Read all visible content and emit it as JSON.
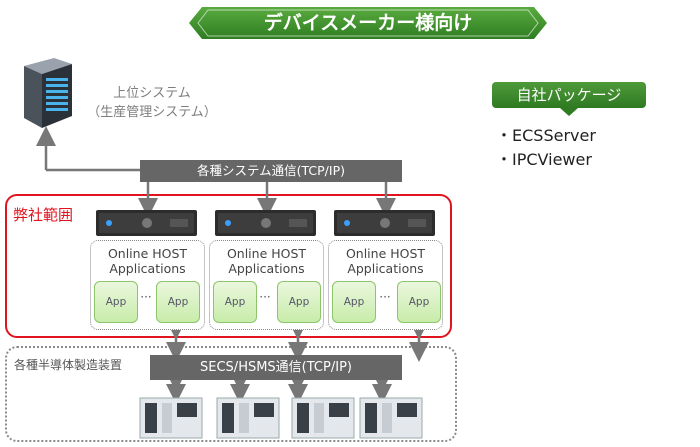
{
  "title": "デバイスメーカー様向け",
  "upper_system": {
    "line1": "上位システム",
    "line2": "（生産管理システム）"
  },
  "package": {
    "badge": "自社パッケージ",
    "items": [
      "・ECSServer",
      "・IPCViewer"
    ]
  },
  "top_bus": "各種システム通信(TCP/IP)",
  "our_scope_label": "弊社範囲",
  "app_groups": [
    {
      "title_line1": "Online HOST",
      "title_line2": "Applications",
      "app1": "App",
      "dots": "···",
      "app2": "App"
    },
    {
      "title_line1": "Online HOST",
      "title_line2": "Applications",
      "app1": "App",
      "dots": "···",
      "app2": "App"
    },
    {
      "title_line1": "Online HOST",
      "title_line2": "Applications",
      "app1": "App",
      "dots": "···",
      "app2": "App"
    }
  ],
  "equipment_label": "各種半導体製造装置",
  "bottom_bus": "SECS/HSMS通信(TCP/IP)",
  "colors": {
    "title_green": "#3a8b2a",
    "scope_red": "#e0141e",
    "bus_gray": "#666666",
    "app_green": "#c8ecaa"
  }
}
